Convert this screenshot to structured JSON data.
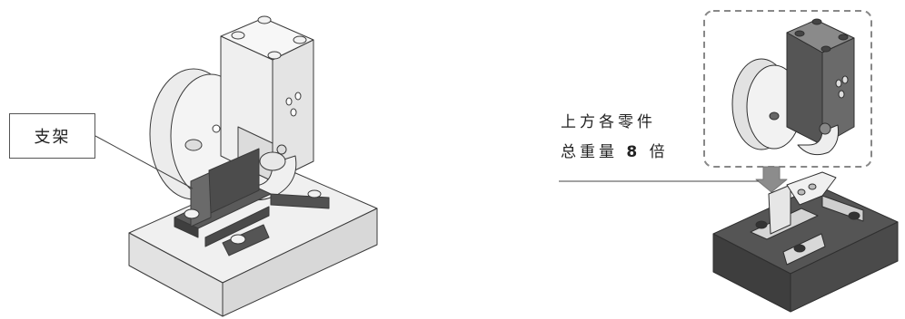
{
  "left_figure": {
    "label": "支架"
  },
  "right_figure": {
    "note_line1": "上方各零件",
    "note_line2_prefix": "总重量",
    "note_line2_number": "8",
    "note_line2_suffix": "倍"
  },
  "colors": {
    "outline": "#3a3a3a",
    "light_fill": "#efefef",
    "mid_fill": "#d9d9d9",
    "dark_fill": "#4a4a4a",
    "dashed_frame": "#888888"
  }
}
